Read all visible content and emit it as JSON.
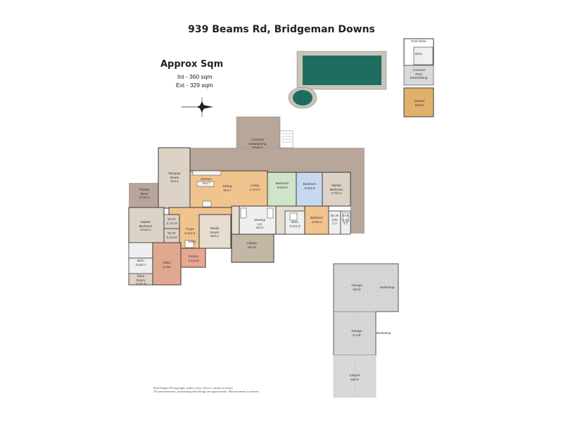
{
  "header": {
    "title": "939 Beams Rd, Bridgeman Downs"
  },
  "area": {
    "heading": "Approx Sqm",
    "internal": "Int - 360 sqm",
    "external": "Ext - 329 sqm"
  },
  "rooms": {
    "covered_entertaining": "Covered\nEntertaining\n9.5x8.4",
    "rumpus": "Rumpus\nRoom\n6x4.4",
    "kitchen": "Kitchen\n4x4.7",
    "dining": "Dining\n5x4.7",
    "living": "Living\n4.7x3.9",
    "bedroom_1": "Bedroom\n3.6x3.9",
    "bedroom_2": "Bedroom\n3.6x3.9",
    "master_bedroom_east": "Master\nBedroom\n4.7x4.1",
    "private_deck": "Private\nDeck\n4.1x3.3",
    "master_bedroom_west": "Master\nBedroom\n5.1x4.3",
    "wir_1": "W.I.R\n2.7x1.9",
    "wir_2": "W.I.R\n2.1x1.9",
    "foyer": "Foyer\n6.1x2.4",
    "media": "Media\nRoom\n5x4.4",
    "sewing": "Sewing/\nLry\n4x3.2",
    "bath_central": "B/rm\n3.2x1.9",
    "bedroom_3": "Bedroom\n3.6x4.2",
    "wir_3": "W.I.R\n3.9x\n1.7",
    "ens": "Ens\n3.9x\n1.7",
    "entry": "Entry",
    "library": "Library\n5x4.6",
    "portico": "Portico\n3.1x3.6",
    "office": "Office\n5.3x4",
    "bath_west": "B/rm\n3.2x2.7",
    "store": "Store\nRoom\n3.2x1.9",
    "pool_store": "Pool Store",
    "pool_bath": "B/rm",
    "covered_pool": "Covered\nPool\nEntertaining",
    "games": "Games\nRoom",
    "garage_1": "Garage\n9x6.8",
    "workshop_1": "Workshop",
    "garage_2": "Garage\n8.1x6",
    "workshop_2": "Workshop",
    "carport": "Carport\n6x5.9"
  },
  "disclaimer": "Real Images Photography makes every effort to ensure accuracy\nAll measurements, positioning and fittings are approximate. Measurements in metres.",
  "colors": {
    "deck": "#b8a79a",
    "deck_lines": "#a8968a",
    "pool": "#1d6b5e",
    "pool_edge": "#c9c3b8",
    "bedroom_green": "#cfe4c8",
    "bedroom_blue": "#c7d9ef",
    "bedroom_tan": "#ddd2c6",
    "floor_tan": "#e6dccf",
    "floor_orange": "#f1c48e",
    "library": "#c4b7a5",
    "office": "#e0a98f",
    "portico": "#e8a790",
    "garage": "#d6d8d6",
    "wall": "#3a3a3a",
    "bath": "#efefef"
  },
  "icons": {
    "compass": "compass-rose-icon"
  }
}
